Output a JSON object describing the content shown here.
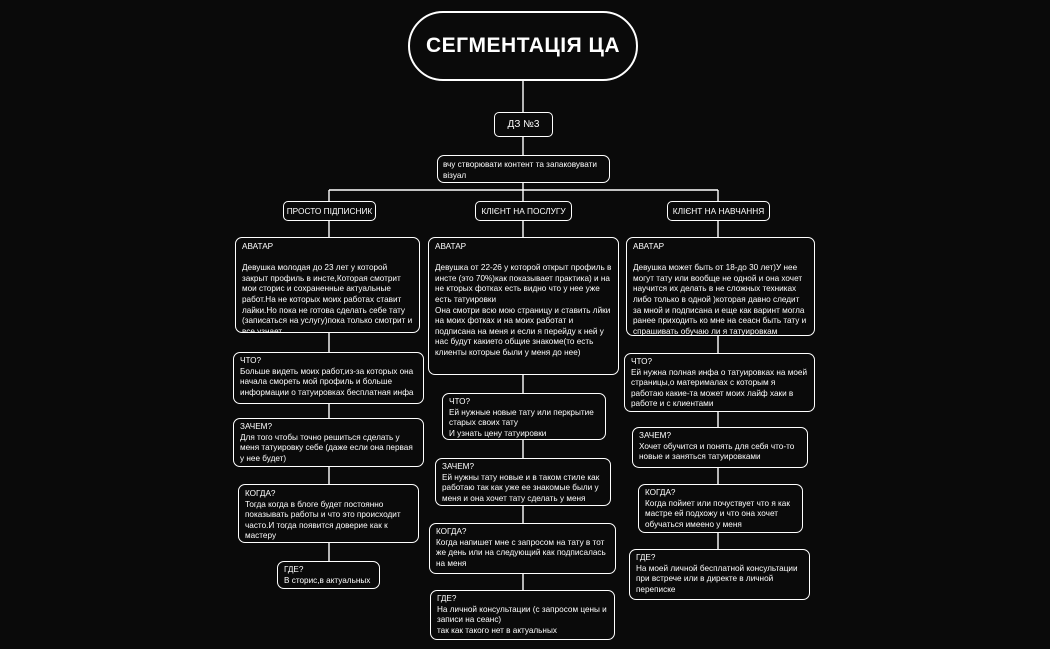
{
  "title": "СЕГМЕНТАЦІЯ ЦА",
  "hw": "ДЗ №3",
  "goal": "вчу створювати контент та запаковувати візуал",
  "segments": [
    {
      "name": "ПРОСТО ПІДПИСНИК",
      "avatar_title": "АВАТАР",
      "avatar_text": "Девушка молодая до 23 лет у которой закрыт профиль в инсте,Которая смотрит мои сторис и сохраненные актуальные работ.На не которых моих работах ставит лайки.Но пока не готова сделать себе тату (записаться на услугу)пока только смотрит и все узнает.",
      "what_title": "ЧТО?",
      "what_text": "Больше видеть моих работ,из-за которых она начала смореть мой профиль и больше информации о татуировках бесплатная инфа",
      "why_title": "ЗАЧЕМ?",
      "why_text": "Для того чтобы точно решиться сделать у меня татуировку себе (даже если она первая у нее будет)",
      "when_title": "КОГДА?",
      "when_text": "Тогда когда в блоге будет постоянно показывать работы и что это происходит часто.И тогда появится доверие как к мастеру",
      "where_title": "ГДЕ?",
      "where_text": "В сторис,в актуальных"
    },
    {
      "name": "КЛІЄНТ НА ПОСЛУГУ",
      "avatar_title": "АВАТАР",
      "avatar_text": "Девушка от 22-26 у которой открыт профиль в инсте (это 70%)как показывает практика) и на не кторых фотках есть видно что у нее уже есть татуировки\nОна смотри всю мою страницу и ставить лйки на моих фотках и на моих работат и подписана на меня и если я перейду к ней у нас будут какието общие знакоме(то есть клиенты которые были у меня до нее)",
      "what_title": "ЧТО?",
      "what_text": "Ей нужные новые тату или перкрытие старых своих тату\nИ узнать цену татуировки",
      "why_title": "ЗАЧЕМ?",
      "why_text": "Ей нужны тату новые и в таком стиле как работаю так как уже ее знакомые были у меня и она хочет тату сделать у меня",
      "when_title": "КОГДА?",
      "when_text": "Когда напишет мне с запросом на тату в тот же день или на следующий как подписалась на меня",
      "where_title": "ГДЕ?",
      "where_text": "На личной консультации (с запросом цены и записи на сеанс)\nтак как такого нет в актуальных"
    },
    {
      "name": "КЛІЄНТ НА НАВЧАННЯ",
      "avatar_title": "АВАТАР",
      "avatar_text": "Девушка может быть от 18-до 30 лет)У нее могут тату или вообще не одной и она хочет научится их делать в не сложных техниках либо только в одной )которая давно следит за мной и подписана и еще как варинт могла ранее приходить ко мне на сеасн быть тату и спрашивать обучаю ли я татуировкам",
      "what_title": "ЧТО?",
      "what_text": "Ей нужна полная инфа о татуировках на моей страницы,о матерималах с которым я работаю какие-та может моих лайф хаки в работе и с клиентами",
      "why_title": "ЗАЧЕМ?",
      "why_text": "Хочет обучится и понять для себя что-то новые и заняться татуировками",
      "when_title": "КОГДА?",
      "when_text": "Когда пойиет или почуствует что я как мастре ей подхожу и что она хочет обучаться имеено у меня",
      "where_title": "ГДЕ?",
      "where_text": "На моей личной бесплатной консультации при встрече  или в директе в личной переписке"
    }
  ]
}
